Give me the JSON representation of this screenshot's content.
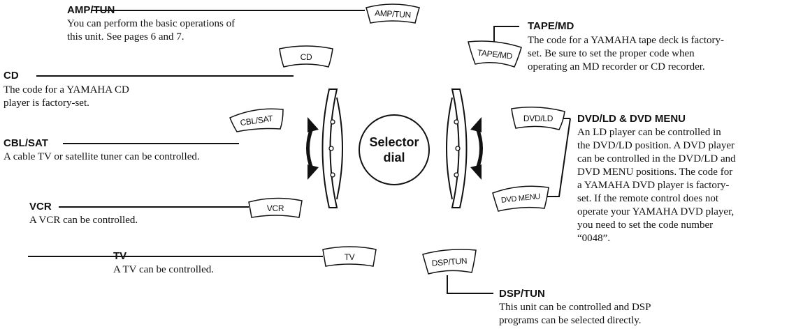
{
  "selector_dial": {
    "label_line1": "Selector",
    "label_line2": "dial"
  },
  "buttons": {
    "amp_tun": "AMP/TUN",
    "cd": "CD",
    "cbl_sat": "CBL/SAT",
    "vcr": "VCR",
    "tv": "TV",
    "tape_md": "TAPE/MD",
    "dvd_ld": "DVD/LD",
    "dvd_menu": "DVD MENU",
    "dsp_tun": "DSP/TUN"
  },
  "entries": {
    "amp_tun": {
      "title": "AMP/TUN",
      "lines": [
        "You can perform the basic operations of",
        "this unit. See pages 6 and 7."
      ]
    },
    "cd": {
      "title": "CD",
      "lines": [
        "The code for a YAMAHA CD",
        "player is factory-set."
      ]
    },
    "cbl_sat": {
      "title": "CBL/SAT",
      "lines": [
        "A cable TV or satellite tuner can be controlled."
      ]
    },
    "vcr": {
      "title": "VCR",
      "lines": [
        "A VCR can be controlled."
      ]
    },
    "tv": {
      "title": "TV",
      "lines": [
        "A TV can be controlled."
      ]
    },
    "tape_md": {
      "title": "TAPE/MD",
      "lines": [
        "The code for a YAMAHA tape deck is factory-",
        "set. Be sure to set the proper code when",
        "operating an MD recorder or CD recorder."
      ]
    },
    "dvd_ld": {
      "title": "DVD/LD & DVD MENU",
      "lines": [
        "An LD player can be controlled in",
        "the DVD/LD position. A DVD player",
        "can be controlled in the DVD/LD and",
        "DVD MENU positions. The code for",
        "a YAMAHA DVD player is factory-",
        "set. If the remote control does not",
        "operate your YAMAHA DVD player,",
        "you need to set the code number",
        "“0048”."
      ]
    },
    "dsp_tun": {
      "title": "DSP/TUN",
      "lines": [
        "This unit can be controlled and DSP",
        "programs can be selected directly."
      ]
    }
  }
}
